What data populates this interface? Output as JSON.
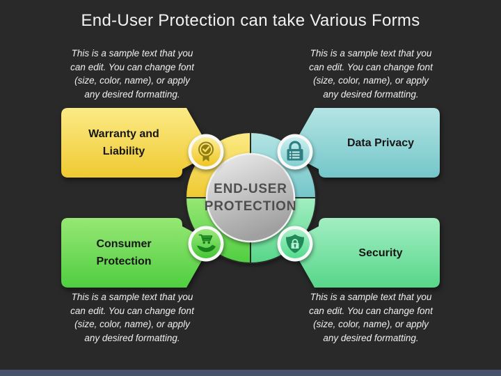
{
  "title": "End-User Protection can take Various Forms",
  "colors": {
    "background": "#292929",
    "bottom_bar": "#47536B",
    "title_text": "#F2F2F2",
    "sample_text": "#F0F0F0",
    "banner_text": "#161616",
    "center_text": "#4E4E4E",
    "warranty_yellow": "#F0CC36",
    "privacy_teal": "#7FC9CC",
    "consumer_green": "#5BD148",
    "security_mint": "#62D991",
    "center_gray": "#BFBFBF"
  },
  "center_badge": {
    "lines": [
      "END-USER",
      "PROTECTION"
    ]
  },
  "items": [
    {
      "label_lines": [
        "Warranty and",
        "Liability"
      ],
      "icon": "award-ribbon-icon"
    },
    {
      "label_lines": [
        "Data Privacy",
        ""
      ],
      "icon": "padlock-list-icon"
    },
    {
      "label_lines": [
        "Consumer",
        "Protection"
      ],
      "icon": "hand-cart-icon"
    },
    {
      "label_lines": [
        "Security",
        ""
      ],
      "icon": "shield-lock-icon"
    }
  ],
  "sample_blocks": [
    {
      "lines": [
        "This is a sample text that you",
        "can edit. You can change font",
        "(size, color, name), or apply",
        "any desired formatting."
      ]
    },
    {
      "lines": [
        "This is a sample text that you",
        "can edit. You can change font",
        "(size, color, name), or apply",
        "any desired formatting."
      ]
    },
    {
      "lines": [
        "This is a sample text that you",
        "can edit. You can change font",
        "(size, color, name), or apply",
        "any desired formatting."
      ]
    },
    {
      "lines": [
        "This is a sample text that you",
        "can edit. You can change font",
        "(size, color, name), or apply",
        "any desired formatting."
      ]
    }
  ]
}
